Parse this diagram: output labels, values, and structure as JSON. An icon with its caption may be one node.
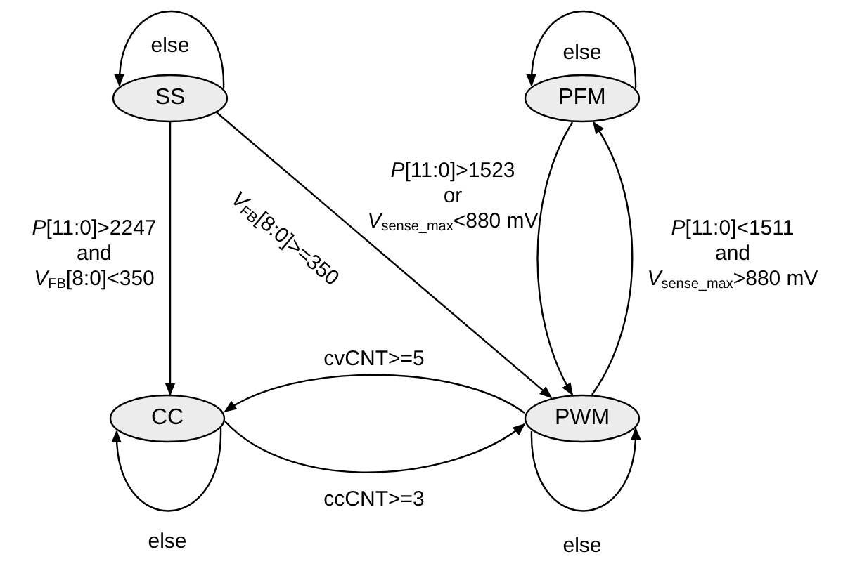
{
  "diagram": {
    "nodes": [
      {
        "text": [
          "SS"
        ]
      },
      {
        "text": [
          "PFM"
        ]
      },
      {
        "text": [
          "CC"
        ]
      },
      {
        "text": [
          "PWM"
        ]
      }
    ],
    "edges": [
      {
        "from": 0,
        "to": 0,
        "arrow": "to",
        "label": "else"
      },
      {
        "from": 1,
        "to": 1,
        "arrow": "to",
        "label": "else"
      },
      {
        "from": 0,
        "to": 2,
        "arrow": "to",
        "label": "*P*[11:0]>2247 and *V*$_{FB}$[8:0]<350"
      },
      {
        "from": 0,
        "to": 3,
        "arrow": "to",
        "label": "*V*$_{FB}$[8:0]>=350"
      },
      {
        "from": 1,
        "to": 3,
        "arrow": "to",
        "label": "*P*[11:0]>1523 or *V*$_{sense_max}$<880 mV"
      },
      {
        "from": 3,
        "to": 1,
        "arrow": "to",
        "label": "*P*[11:0]<1511 and *V*$_{sense_max}$>880 mV"
      },
      {
        "from": 3,
        "to": 2,
        "arrow": "to",
        "label": "cvCNT>=5"
      },
      {
        "from": 2,
        "to": 3,
        "arrow": "to",
        "label": "ccCNT>=3"
      },
      {
        "from": 2,
        "to": 2,
        "arrow": "to",
        "label": "else"
      },
      {
        "from": 3,
        "to": 3,
        "arrow": "to",
        "label": "else"
      }
    ]
  }
}
